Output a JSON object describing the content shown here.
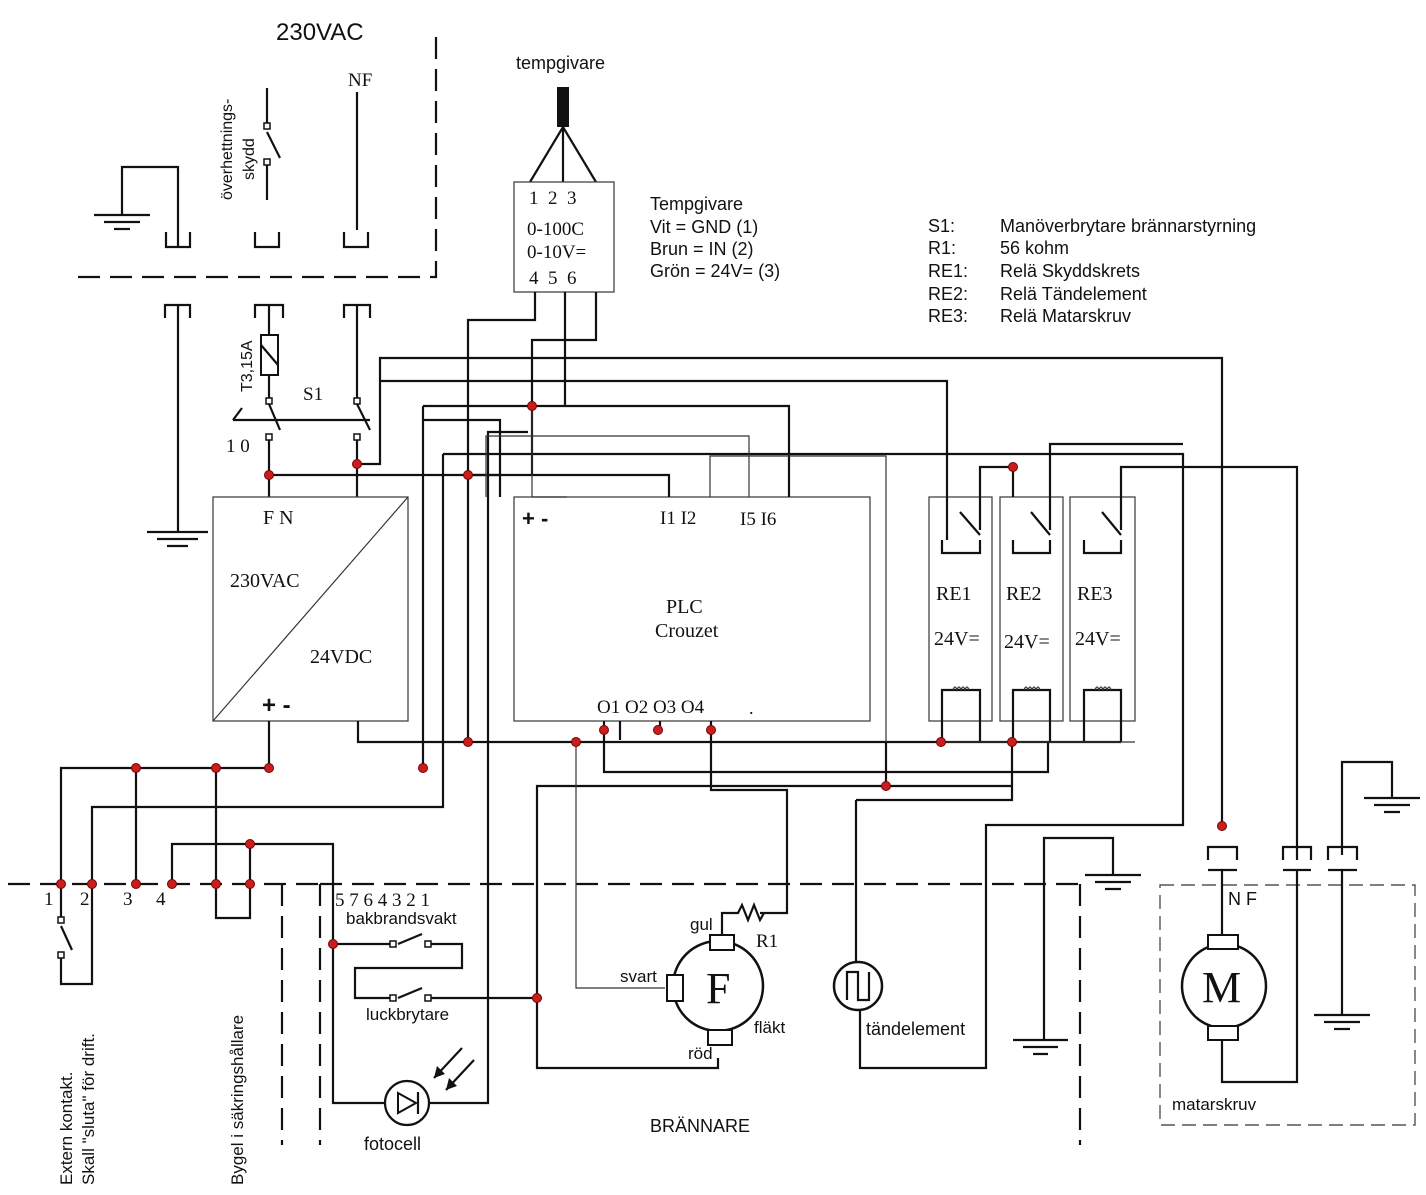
{
  "supply": {
    "title": "230VAC",
    "overheat_label_1": "överhettnings-",
    "overheat_label_2": "skydd",
    "nf": "NF"
  },
  "sensor": {
    "title": "tempgivare",
    "pins_top": "1  2  3",
    "range1": "0-100C",
    "range2": "0-10V=",
    "pins_bottom": "4  5  6"
  },
  "sensor_legend": [
    "Tempgivare",
    "Vit = GND (1)",
    "Brun = IN (2)",
    "Grön = 24V= (3)"
  ],
  "legend": [
    {
      "key": "S1:",
      "value": "Manöverbrytare brännarstyrning"
    },
    {
      "key": "R1:",
      "value": "56 kohm"
    },
    {
      "key": "RE1:",
      "value": "Relä Skyddskrets"
    },
    {
      "key": "RE2:",
      "value": "Relä Tändelement"
    },
    {
      "key": "RE3:",
      "value": "Relä Matarskruv"
    }
  ],
  "fuse": {
    "label": "T3,15A"
  },
  "switch": {
    "label": "S1",
    "positions": "1 0"
  },
  "psu": {
    "terminals": "F N",
    "input": "230VAC",
    "output": "24VDC",
    "polarity": "+ -"
  },
  "plc": {
    "name1": "PLC",
    "name2": "Crouzet",
    "supply": "+ -",
    "inputs_a": "I1 I2",
    "inputs_b": "I5 I6",
    "outputs": "O1 O2 O3 O4",
    "dot": "."
  },
  "relays": [
    {
      "name": "RE1",
      "voltage": "24V="
    },
    {
      "name": "RE2",
      "voltage": "24V="
    },
    {
      "name": "RE3",
      "voltage": "24V="
    }
  ],
  "terminals": [
    "1",
    "2",
    "3",
    "4"
  ],
  "burner_terminals": "5 7 6 4 3 2 1",
  "components": {
    "backfire": "bakbrandsvakt",
    "door_switch": "luckbrytare",
    "photocell": "fotocell",
    "burner": "BRÄNNARE",
    "fan_letter": "F",
    "fan": "fläkt",
    "wire_yellow": "gul",
    "wire_black": "svart",
    "wire_red": "röd",
    "resistor": "R1",
    "igniter": "tändelement",
    "motor_letter": "M",
    "motor_terminals": "N F",
    "feed_screw": "matarskruv"
  },
  "notes": {
    "external_1": "Extern kontakt.",
    "external_2": "Skall \"sluta\" för drift.",
    "jumper": "Bygel i säkringshållare"
  }
}
